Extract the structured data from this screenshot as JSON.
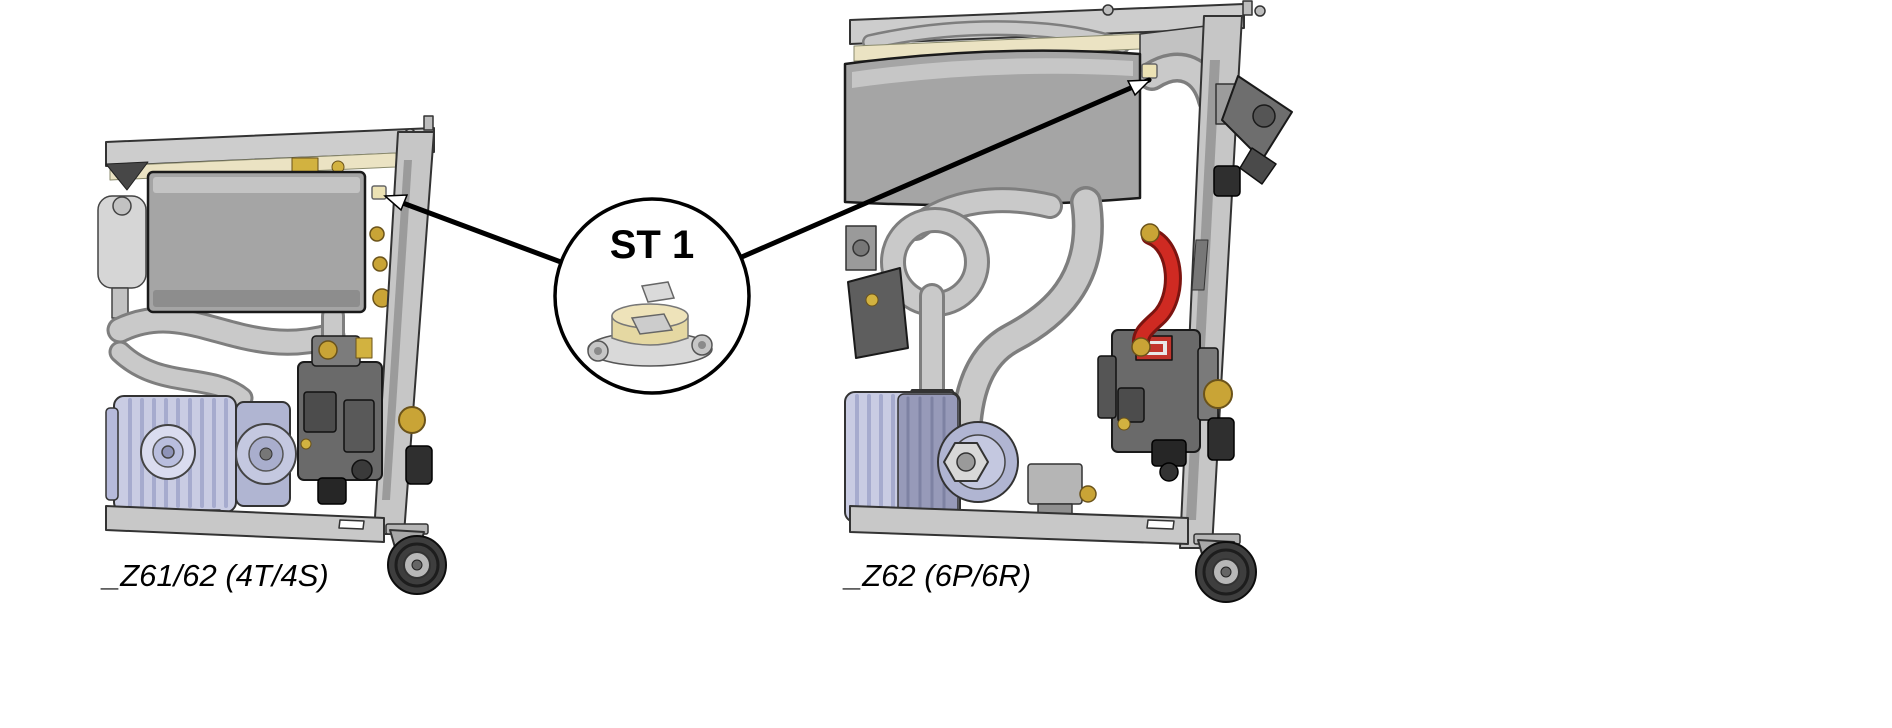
{
  "figure": {
    "callout": {
      "label": "ST 1",
      "component": "temperature-sensor-with-bracket"
    },
    "machines": [
      {
        "position": "left",
        "caption": "_Z61/62 (4T/4S)"
      },
      {
        "position": "right",
        "caption": "_Z62 (6P/6R)"
      }
    ],
    "colors": {
      "background": "#ffffff",
      "outline": "#000000",
      "frame_gray": "#c6c6c6",
      "housing_gray": "#a5a5a5",
      "pipe_gray": "#c9c9c9",
      "insulation_yellow": "#ebe3c3",
      "sensor_body_yellow": "#e5d8a2",
      "brass": "#c9a436",
      "hose_red": "#cf2a22",
      "pump_lavender": "#c9cce3",
      "valve_gray": "#6a6a6a",
      "tire_dark": "#3e3e3e"
    }
  }
}
